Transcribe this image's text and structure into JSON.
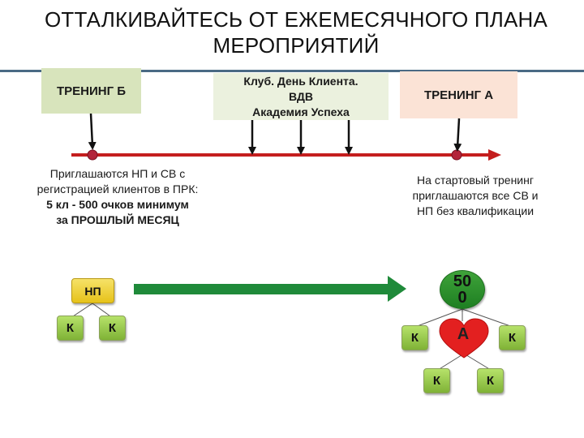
{
  "title": {
    "line1": "ОТТАЛКИВАЙТЕСЬ ОТ ЕЖЕМЕСЯЧНОГО ПЛАНА",
    "line2": "МЕРОПРИЯТИЙ"
  },
  "events": {
    "training_b": "ТРЕНИНГ Б",
    "club": {
      "line1": "Клуб. День Клиента.",
      "line2": "ВДВ",
      "line3": "Академия Успеха"
    },
    "training_a": "ТРЕНИНГ А"
  },
  "left_note": {
    "line1": "Приглашаются НП и СВ с",
    "line2": "регистрацией клиентов в ПРК:",
    "line3": "5 кл - 500 очков минимум",
    "line4": "за ПРОШЛЫЙ МЕСЯЦ"
  },
  "right_note": {
    "line1": "На стартовый тренинг",
    "line2": "приглашаются все СВ и",
    "line3": "НП без квалификации"
  },
  "left_tree": {
    "root": "НП",
    "child1": "К",
    "child2": "К"
  },
  "right_tree": {
    "root_line1": "50",
    "root_line2": "0",
    "heart": "А",
    "k_left": "К",
    "k_right": "К",
    "k_bottom_left": "К",
    "k_bottom_right": "К"
  },
  "colors": {
    "timeline": "#c41e1e",
    "marker": "#b3243a",
    "big_arrow": "#1f8a3a",
    "title_rule": "#4a6a84",
    "heart": "#e32020",
    "node_green": "#8cc63f",
    "node_yellow": "#f2d23a",
    "node_dark_green": "#2e8b2e"
  }
}
